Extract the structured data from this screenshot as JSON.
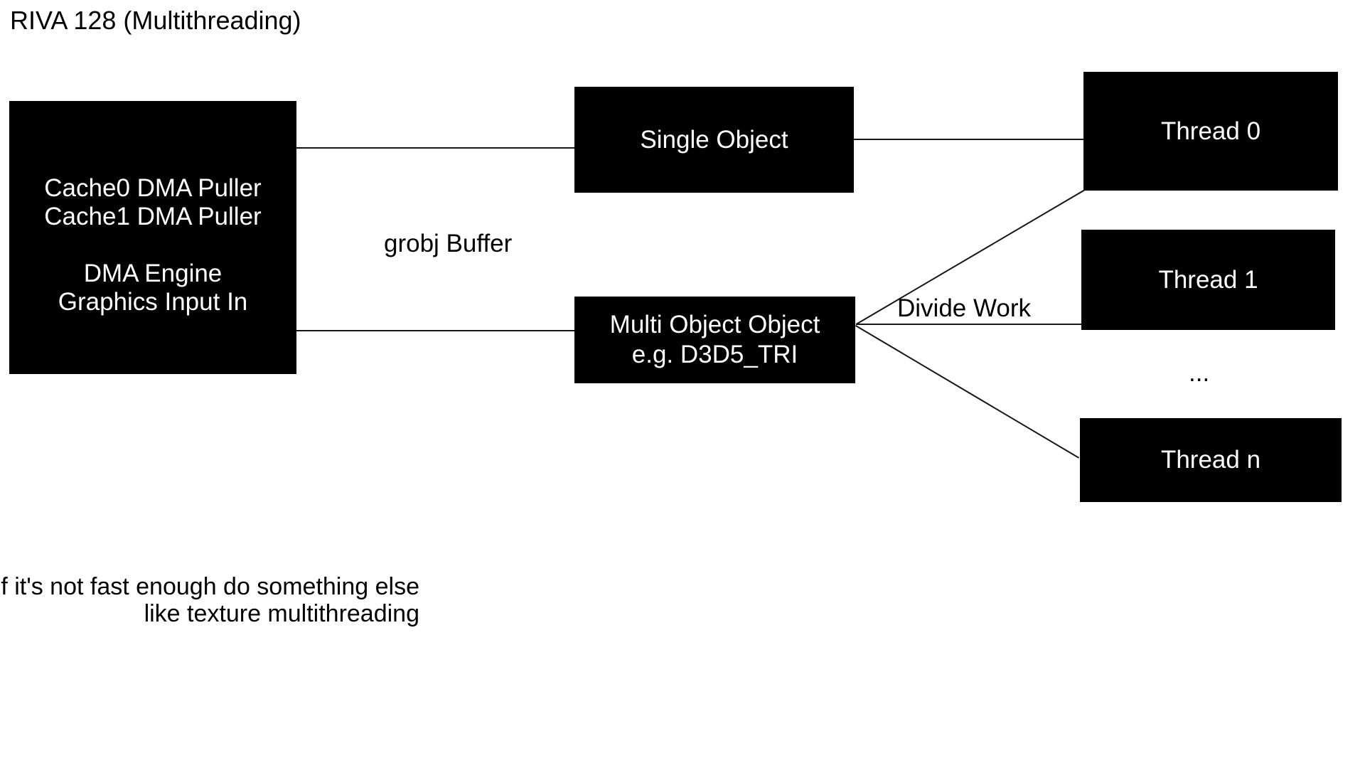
{
  "title": "RIVA 128 (Multithreading)",
  "colors": {
    "background": "#ffffff",
    "box_fill": "#000000",
    "box_text": "#ffffff",
    "label_text": "#000000",
    "connector": "#161616"
  },
  "nodes": {
    "dma_puller": {
      "lines": [
        "Cache0 DMA Puller",
        "Cache1 DMA Puller",
        "",
        "DMA Engine",
        "Graphics Input In"
      ]
    },
    "single_object": {
      "label": "Single Object"
    },
    "multi_object": {
      "lines": [
        "Multi Object Object",
        "e.g. D3D5_TRI"
      ]
    },
    "thread0": {
      "label": "Thread 0"
    },
    "thread1": {
      "label": "Thread 1"
    },
    "thread_n": {
      "label": "Thread n"
    }
  },
  "labels": {
    "grobj_buffer": "grobj Buffer",
    "divide_work": "Divide Work",
    "ellipsis": "...",
    "note_line1": "If it's not fast enough do something else",
    "note_line2": "like texture multithreading"
  }
}
